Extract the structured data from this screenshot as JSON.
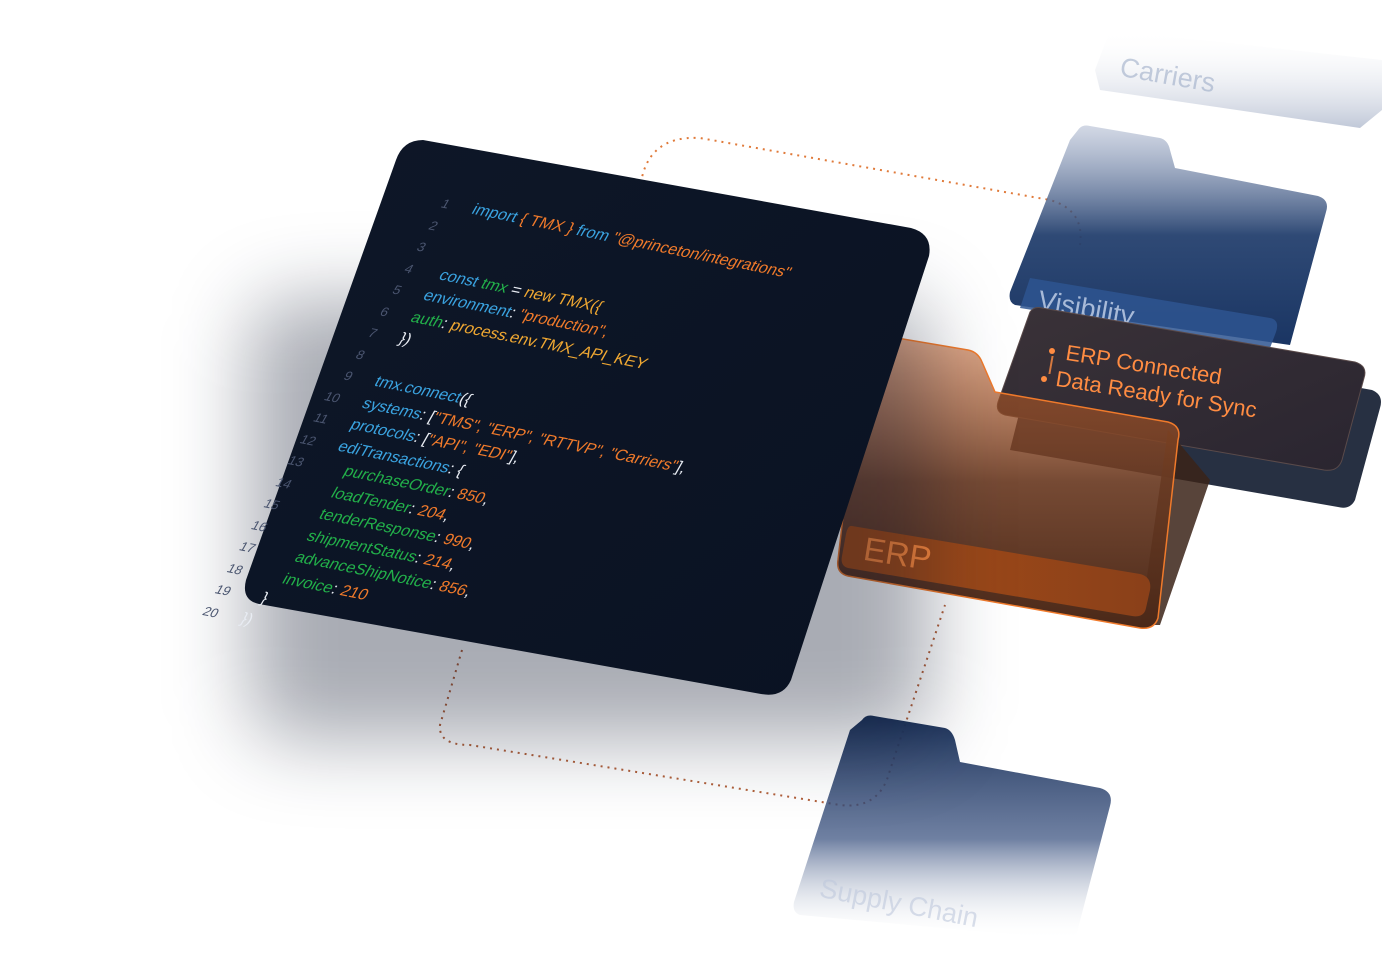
{
  "code": {
    "lines": [
      {
        "n": "1",
        "parts": [
          [
            "k",
            "import "
          ],
          [
            "o",
            "{ TMX } "
          ],
          [
            "k",
            "from "
          ],
          [
            "o",
            "\"@princeton/integrations\""
          ]
        ]
      },
      {
        "n": "2",
        "parts": []
      },
      {
        "n": "3",
        "parts": []
      },
      {
        "n": "4",
        "parts": [
          [
            "k",
            "const "
          ],
          [
            "g",
            "tmx "
          ],
          [
            "w",
            "= "
          ],
          [
            "y",
            "new TMX({"
          ]
        ]
      },
      {
        "n": "5",
        "parts": [
          [
            "b",
            "environment"
          ],
          [
            "w",
            ": "
          ],
          [
            "o",
            "\"production\","
          ]
        ]
      },
      {
        "n": "6",
        "parts": [
          [
            "g",
            "auth"
          ],
          [
            "w",
            ": "
          ],
          [
            "y",
            "process.env.TMX_API_KEY"
          ]
        ]
      },
      {
        "n": "7",
        "parts": [
          [
            "w",
            "})"
          ]
        ]
      },
      {
        "n": "8",
        "parts": []
      },
      {
        "n": "9",
        "parts": [
          [
            "b",
            "tmx.connect"
          ],
          [
            "w",
            "({"
          ]
        ]
      },
      {
        "n": "10",
        "parts": [
          [
            "b",
            "systems"
          ],
          [
            "w",
            ": ["
          ],
          [
            "o",
            "\"TMS\", \"ERP\", \"RTTVP\", \"Carriers\""
          ],
          [
            "w",
            "],"
          ]
        ]
      },
      {
        "n": "11",
        "parts": [
          [
            "b",
            "protocols"
          ],
          [
            "w",
            ": ["
          ],
          [
            "o",
            "\"API\", \"EDI\""
          ],
          [
            "w",
            "],"
          ]
        ]
      },
      {
        "n": "12",
        "parts": [
          [
            "b",
            "ediTransactions"
          ],
          [
            "w",
            ": {"
          ]
        ]
      },
      {
        "n": "13",
        "parts": [
          [
            "g",
            "purchaseOrder"
          ],
          [
            "w",
            ": "
          ],
          [
            "o",
            "850"
          ],
          [
            "w",
            ","
          ]
        ]
      },
      {
        "n": "14",
        "parts": [
          [
            "g",
            "loadTender"
          ],
          [
            "w",
            ": "
          ],
          [
            "o",
            "204"
          ],
          [
            "w",
            ","
          ]
        ]
      },
      {
        "n": "15",
        "parts": [
          [
            "g",
            "tenderResponse"
          ],
          [
            "w",
            ": "
          ],
          [
            "o",
            "990"
          ],
          [
            "w",
            ","
          ]
        ]
      },
      {
        "n": "16",
        "parts": [
          [
            "g",
            "shipmentStatus"
          ],
          [
            "w",
            ": "
          ],
          [
            "o",
            "214"
          ],
          [
            "w",
            ","
          ]
        ]
      },
      {
        "n": "17",
        "parts": [
          [
            "g",
            "advanceShipNotice"
          ],
          [
            "w",
            ": "
          ],
          [
            "o",
            "856"
          ],
          [
            "w",
            ","
          ]
        ]
      },
      {
        "n": "18",
        "parts": [
          [
            "g",
            "invoice"
          ],
          [
            "w",
            ": "
          ],
          [
            "o",
            "210"
          ]
        ]
      },
      {
        "n": "19",
        "parts": [
          [
            "w",
            "}"
          ]
        ]
      },
      {
        "n": "20",
        "parts": [
          [
            "w",
            "})"
          ]
        ]
      }
    ]
  },
  "folders": {
    "carriers": "Carriers",
    "visibility": "Visibility",
    "erp": "ERP",
    "supply_chain": "Supply Chain"
  },
  "status": {
    "line1": "ERP Connected",
    "line2": "Data Ready for Sync"
  },
  "colors": {
    "accent": "#f07a2b",
    "code_bg": "#0b1324",
    "folder_blue": "#1e3358"
  }
}
